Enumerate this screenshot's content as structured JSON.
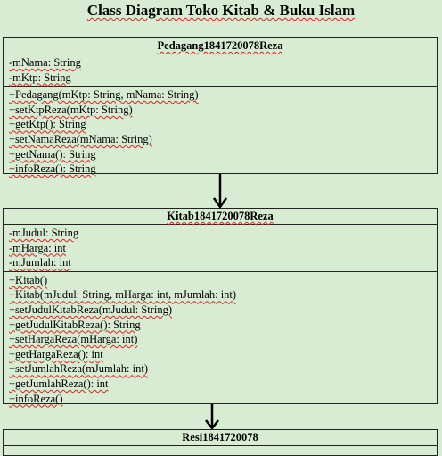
{
  "title": "Class Diagram Toko Kitab & Buku Islam",
  "classes": [
    {
      "name": "Pedagang1841720078Reza",
      "attributes": [
        "-mNama: String",
        "-mKtp: String"
      ],
      "methods": [
        "+Pedagang(mKtp: String, mNama: String)",
        "+setKtpReza(mKtp: String)",
        "+getKtp(): String",
        "+setNamaReza(mNama: String)",
        "+getNama(): String",
        "+infoReza(): String"
      ]
    },
    {
      "name": "Kitab1841720078Reza",
      "attributes": [
        "-mJudul: String",
        "-mHarga: int",
        "-mJumlah: int"
      ],
      "methods": [
        "+Kitab()",
        "+Kitab(mJudul: String, mHarga: int, mJumlah: int)",
        "+setJudulKitabReza(mJudul: String)",
        "+getJudulKitabReza(): String",
        "+setHargaReza(mHarga: int)",
        "+getHargaReza(): int",
        "+setJumlahReza(mJumlah: int)",
        "+getJumlahReza(): int",
        "+infoReza()"
      ]
    },
    {
      "name": "Resi1841720078",
      "attributes": [],
      "methods": []
    }
  ],
  "colors": {
    "background": "#d7ecd3",
    "spellcheck": "#dd2222",
    "border": "#222222"
  }
}
